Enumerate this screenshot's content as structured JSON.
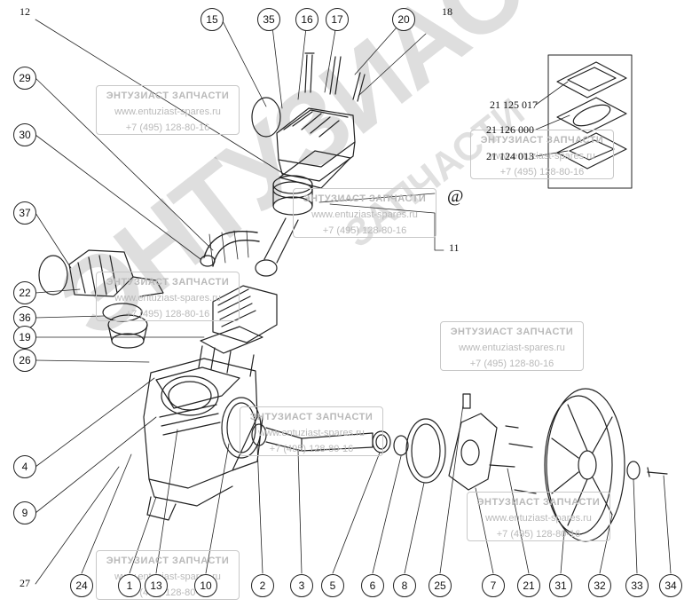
{
  "callouts": {
    "c15": "15",
    "c35": "35",
    "c16": "16",
    "c17": "17",
    "c20": "20",
    "c29": "29",
    "c30": "30",
    "c37": "37",
    "c22": "22",
    "c36": "36",
    "c19": "19",
    "c26": "26",
    "c4": "4",
    "c9": "9",
    "c24": "24",
    "c1": "1",
    "c13": "13",
    "c10": "10",
    "c2": "2",
    "c3": "3",
    "c5": "5",
    "c6": "6",
    "c8": "8",
    "c25": "25",
    "c7": "7",
    "c21": "21",
    "c31": "31",
    "c32": "32",
    "c33": "33",
    "c34": "34"
  },
  "plain_labels": {
    "p12": "12",
    "p18": "18",
    "p11": "11",
    "p27": "27",
    "at_sign": "@"
  },
  "part_numbers": {
    "pn1": "21 125 017",
    "pn2": "21 126 000",
    "pn3": "21 124 013"
  },
  "watermark": {
    "title": "ЭНТУЗИАСТ ЗАПЧАСТИ",
    "site": "www.entuziast-spares.ru",
    "phone": "+7 (495) 128-80-16",
    "big_text": "ЭНТУЗИАСТ",
    "big_text_2": "ЗАПЧАСТИ"
  }
}
